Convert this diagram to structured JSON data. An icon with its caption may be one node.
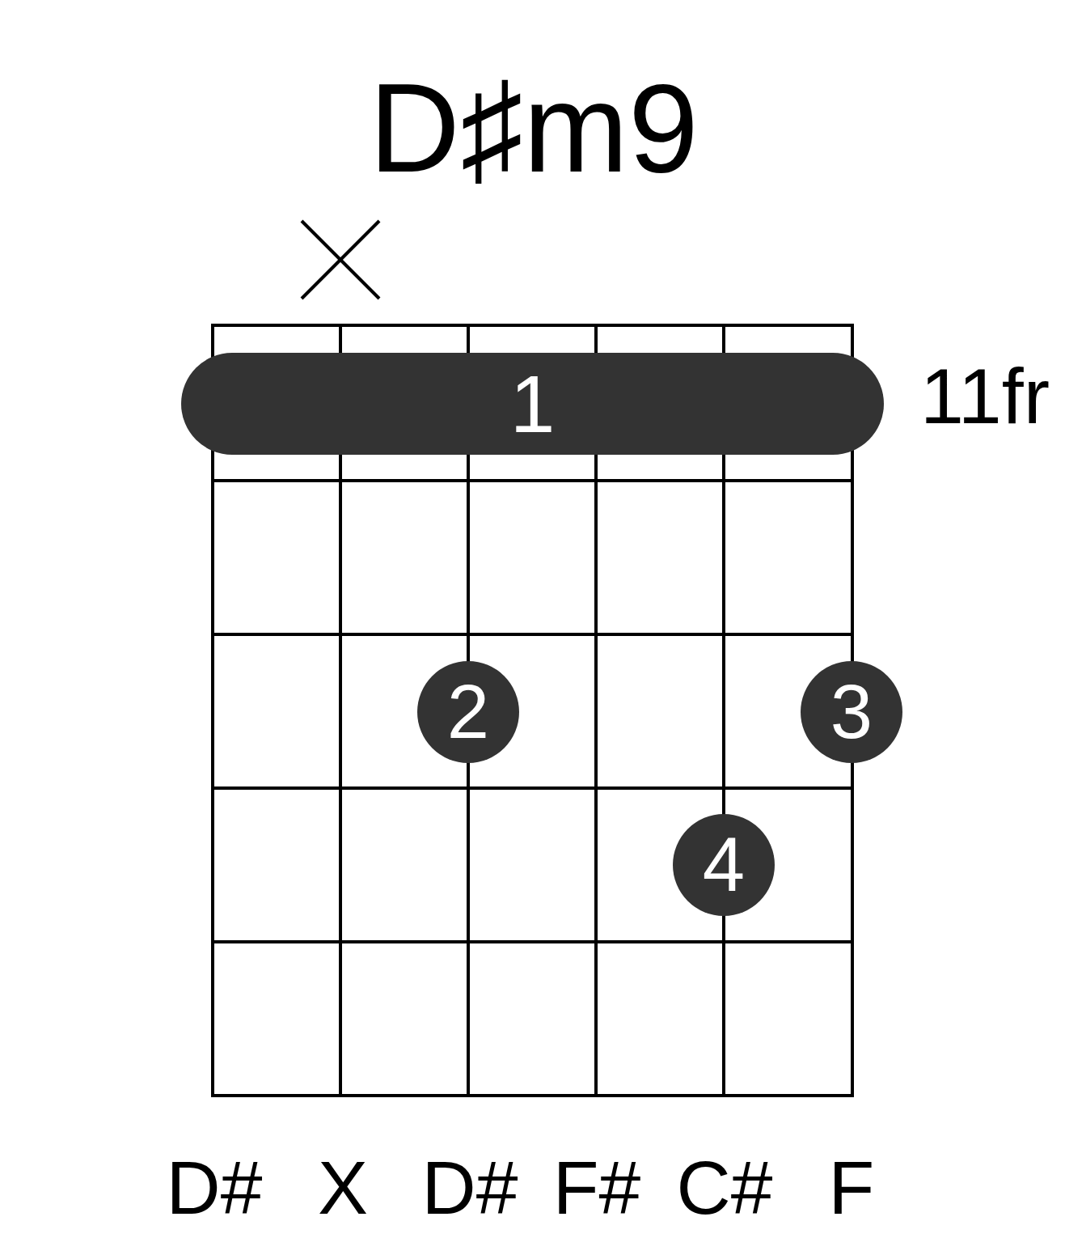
{
  "diagram": {
    "title": "D♯m9",
    "nodes": [
      {
        "text": [
          "1"
        ]
      },
      {
        "text": [
          "2"
        ]
      },
      {
        "text": [
          "3"
        ]
      },
      {
        "text": [
          "4"
        ]
      }
    ],
    "labels": [
      "11fr",
      "D#",
      "X",
      "D#",
      "F#",
      "C#",
      "F"
    ]
  }
}
